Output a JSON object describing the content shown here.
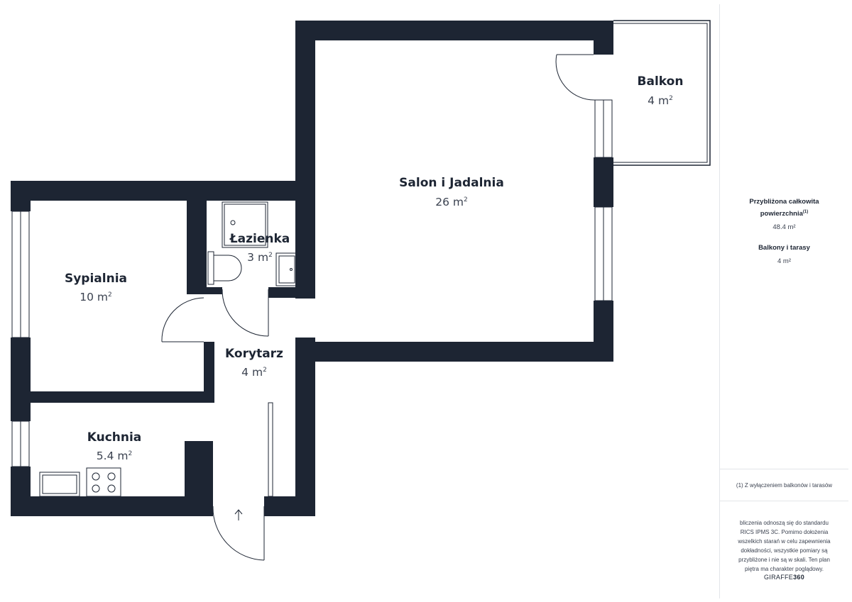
{
  "rooms": [
    {
      "id": "salon",
      "name": "Salon i Jadalnia",
      "area": "26",
      "unit": "m",
      "exp": "2"
    },
    {
      "id": "balkon",
      "name": "Balkon",
      "area": "4",
      "unit": "m",
      "exp": "2"
    },
    {
      "id": "lazienka",
      "name": "Łazienka",
      "area": "3",
      "unit": "m",
      "exp": "2"
    },
    {
      "id": "sypialnia",
      "name": "Sypialnia",
      "area": "10",
      "unit": "m",
      "exp": "2"
    },
    {
      "id": "korytarz",
      "name": "Korytarz",
      "area": "4",
      "unit": "m",
      "exp": "2"
    },
    {
      "id": "kuchnia",
      "name": "Kuchnia",
      "area": "5.4",
      "unit": "m",
      "exp": "2"
    }
  ],
  "summary": {
    "total_label_1": "Przybliżona całkowita",
    "total_label_2": "powierzchnia",
    "total_footnote_mark": "(1)",
    "total_value": "48.4 m²",
    "balcony_label": "Balkony i tarasy",
    "balcony_value": "4 m²"
  },
  "footnote": "(1) Z wyłączeniem balkonów i tarasów",
  "disclaimer": [
    "bliczenia odnoszą się do standardu",
    "RICS IPMS 3C. Pomimo dołożenia",
    "wszelkich starań w celu zapewnienia",
    "dokładności, wszystkie pomiary są",
    "przybliżone i nie są w skali. Ten plan",
    "piętra ma charakter poglądowy."
  ],
  "brand": {
    "name": "GIRAFFE",
    "number": "360"
  },
  "colors": {
    "wall": "#1d2533",
    "text": "#1d2533",
    "muted": "#3b4250",
    "line": "#e3e5e9"
  }
}
